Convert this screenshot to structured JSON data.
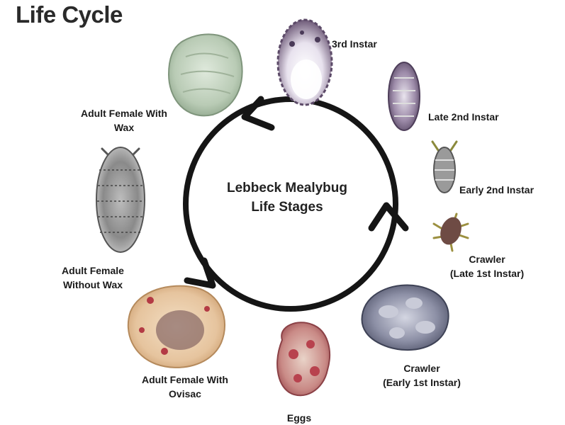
{
  "title": "Life Cycle",
  "center_label": {
    "line1": "Lebbeck Mealybug",
    "line2": "Life Stages"
  },
  "stages": [
    {
      "name": "3rd Instar",
      "lines": [
        "3rd Instar"
      ]
    },
    {
      "name": "Late 2nd Instar",
      "lines": [
        "Late 2nd Instar"
      ]
    },
    {
      "name": "Early 2nd Instar",
      "lines": [
        "Early 2nd Instar"
      ]
    },
    {
      "name": "Crawler (Late 1st Instar)",
      "lines": [
        "Crawler",
        "(Late 1st Instar)"
      ]
    },
    {
      "name": "Crawler (Early 1st Instar)",
      "lines": [
        "Crawler",
        "(Early 1st Instar)"
      ]
    },
    {
      "name": "Eggs",
      "lines": [
        "Eggs"
      ]
    },
    {
      "name": "Adult Female With Ovisac",
      "lines": [
        "Adult Female With",
        "Ovisac"
      ]
    },
    {
      "name": "Adult Female Without Wax",
      "lines": [
        "Adult Female",
        "Without Wax"
      ]
    },
    {
      "name": "Adult Female With Wax",
      "lines": [
        "Adult Female With",
        "Wax"
      ]
    }
  ],
  "colors": {
    "cycle_ring": "#151515",
    "text": "#1a1a1a"
  }
}
